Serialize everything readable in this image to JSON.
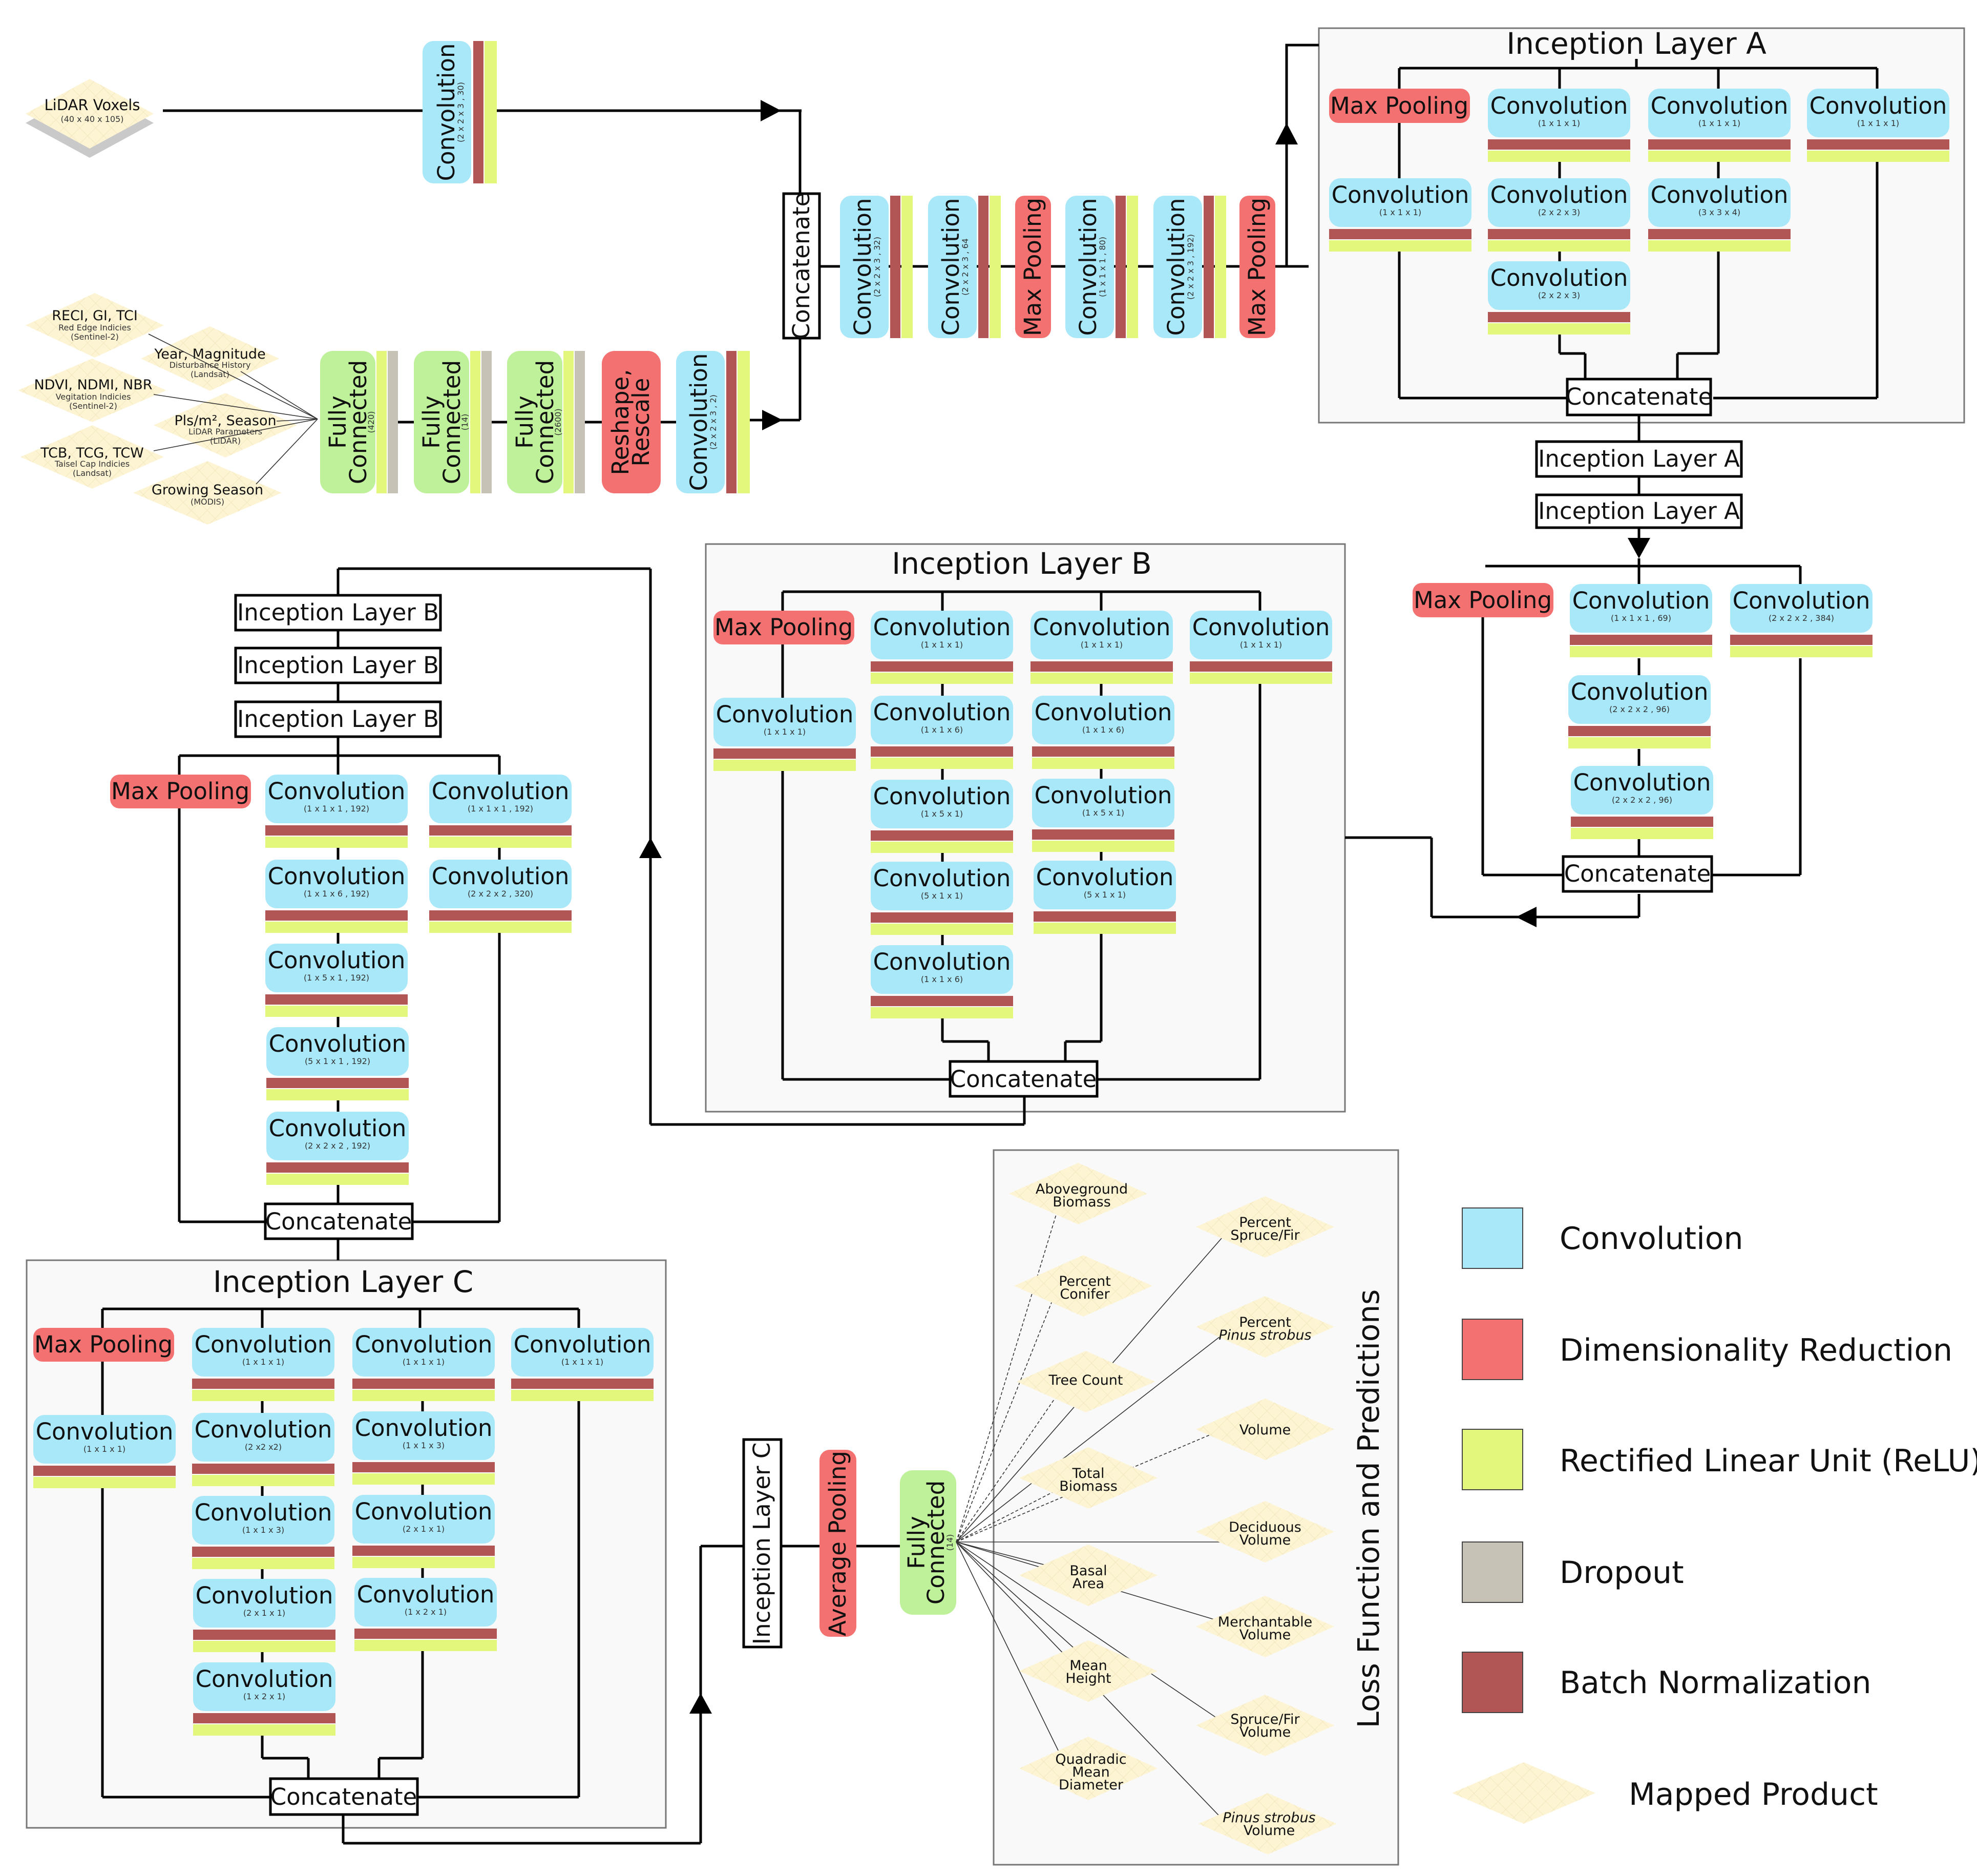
{
  "labels": {
    "inception_a": "Inception Layer A",
    "inception_b": "Inception Layer B",
    "inception_c": "Inception Layer C",
    "max_pooling": "Max Pooling",
    "average_pooling": "Average Pooling",
    "convolution": "Convolution",
    "concatenate": "Concatenate",
    "fully_connected": [
      "Fully",
      "Connected"
    ],
    "reshape_rescale": [
      "Reshape,",
      "Rescale"
    ],
    "loss": "Loss Function and Predictions"
  },
  "inputs": {
    "lidar": {
      "title": "LiDAR Voxels",
      "sub": "(40 x 40 x 105)"
    },
    "reci": {
      "title": "RECI, GI, TCI",
      "sub": [
        "Red Edge Indicies",
        "(Sentinel-2)"
      ]
    },
    "year": {
      "title": "Year, Magnitude",
      "sub": [
        "Disturbance History",
        "(Landsat)"
      ]
    },
    "ndvi": {
      "title": "NDVI, NDMI, NBR",
      "sub": [
        "Vegitation Indicies",
        "(Sentinel-2)"
      ]
    },
    "pls": {
      "title": "Pls/m², Season",
      "sub": [
        "LiDAR Parameters",
        "(LiDAR)"
      ]
    },
    "tcb": {
      "title": "TCB, TCG, TCW",
      "sub": [
        "Taisel Cap Indicies",
        "(Landsat)"
      ]
    },
    "growing": {
      "title": "Growing Season",
      "sub": [
        "(MODIS)"
      ]
    }
  },
  "params": {
    "lidar_conv": "(2 x 2 x 3 , 30)",
    "fc1": "(420)",
    "fc2": "(14)",
    "fc3": "(2600)",
    "anc_conv": "(2 x 2 x 3 , 2)",
    "s1": "(2 x 2 x 3 , 32)",
    "s2": "(2 x 2 x 3 , 64",
    "s3": "(1 x 1 x 1 , 80)",
    "s4": "(2 x 2 x 3 , 192)",
    "final_fc": "(14)"
  },
  "inception_a": {
    "c1": "(1 x 1 x 1)",
    "c2": "(1 x 1 x 1)",
    "c3": "(1 x 1 x 1)",
    "c4": "(1 x 1 x 1)",
    "c5": "(2 x 2 x 3)",
    "c6": "(3 x 3 x 4)",
    "c7": "(2 x 2 x 3)"
  },
  "reduction_a": {
    "c1": "(1 x 1 x 1 , 69)",
    "c2": "(2 x 2 x 2 , 384)",
    "c3": "(2 x 2 x 2 , 96)",
    "c4": "(2 x 2 x 2 , 96)"
  },
  "inception_b": {
    "mp": "(1 x 1 x 1)",
    "a": [
      "(1 x 1 x 1)",
      "(1 x 1 x 6)",
      "(1 x 5 x 1)",
      "(5 x 1 x 1)",
      "(1 x 1 x 6)"
    ],
    "b": [
      "(1 x 1 x 1)",
      "(1 x 1 x 6)",
      "(1 x 5 x 1)",
      "(5 x 1 x 1)"
    ],
    "c": "(1 x 1 x 1)"
  },
  "reduction_b": {
    "a": [
      "(1 x 1 x 1 , 192)",
      "(1 x 1 x 6 , 192)",
      "(1 x 5 x 1 , 192)",
      "(5 x 1 x 1 , 192)",
      "(2 x 2 x 2 , 192)"
    ],
    "b": [
      "(1 x 1 x 1 , 192)",
      "(2 x 2 x 2 , 320)"
    ]
  },
  "inception_c": {
    "mp": "(1 x 1 x 1)",
    "a": [
      "(1 x 1 x 1)",
      "(2 x2 x2)",
      "(1 x 1 x 3)",
      "(2 x 1 x 1)",
      "(1 x 2 x 1)"
    ],
    "b": [
      "(1 x 1 x 1)",
      "(1 x 1 x 3)",
      "(2 x 1 x 1)",
      "(1 x 2 x 1)"
    ],
    "c": "(1 x 1 x 1)"
  },
  "products": {
    "agb": [
      "Aboveground",
      "Biomass"
    ],
    "conifer": [
      "Percent",
      "Conifer"
    ],
    "tree": [
      "Tree Count"
    ],
    "total": [
      "Total",
      "Biomass"
    ],
    "basal": [
      "Basal",
      "Area"
    ],
    "mean": [
      "Mean",
      "Height"
    ],
    "qmd": [
      "Quadradic",
      "Mean",
      "Diameter"
    ],
    "psf": [
      "Percent",
      "Spruce/Fir"
    ],
    "pps": [
      "Percent",
      "Pinus strobus"
    ],
    "vol": [
      "Volume"
    ],
    "dec": [
      "Deciduous",
      "Volume"
    ],
    "mer": [
      "Merchantable",
      "Volume"
    ],
    "sfv": [
      "Spruce/Fir",
      "Volume"
    ],
    "psv": [
      "Pinus strobus",
      "Volume"
    ]
  },
  "legend": {
    "convolution": "Convolution",
    "reduction": "Dimensionality Reduction",
    "relu": "Rectified Linear Unit (ReLU)",
    "dropout": "Dropout",
    "bn": "Batch Normalization",
    "mapped": "Mapped Product"
  },
  "colors": {
    "convolution": "#a9e8f8",
    "reduction": "#f47171",
    "fully_connected": "#bff09a",
    "relu": "#e2f77c",
    "dropout": "#c6c3b6",
    "batch_norm": "#b25555",
    "mapped_product": "#fdf4d4"
  }
}
